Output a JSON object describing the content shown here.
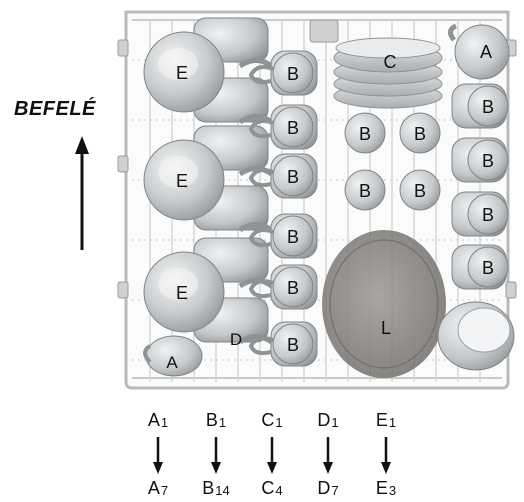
{
  "direction_label": "BEFELÉ",
  "item_labels": {
    "a": "A",
    "b": "B",
    "c": "C",
    "d": "D",
    "e": "E",
    "l": "L"
  },
  "legend": [
    {
      "letter_top": "A",
      "from": "1",
      "letter_bottom": "A",
      "to": "7"
    },
    {
      "letter_top": "B",
      "from": "1",
      "letter_bottom": "B",
      "to": "14"
    },
    {
      "letter_top": "C",
      "from": "1",
      "letter_bottom": "C",
      "to": "4"
    },
    {
      "letter_top": "D",
      "from": "1",
      "letter_bottom": "D",
      "to": "7"
    },
    {
      "letter_top": "E",
      "from": "1",
      "letter_bottom": "E",
      "to": "3"
    }
  ],
  "colors": {
    "rack": "#bfbfbf",
    "dish": "#d6d8d9",
    "dish_shade": "#9ea2a5",
    "bowl": "#7d7a77",
    "text": "#111111"
  }
}
